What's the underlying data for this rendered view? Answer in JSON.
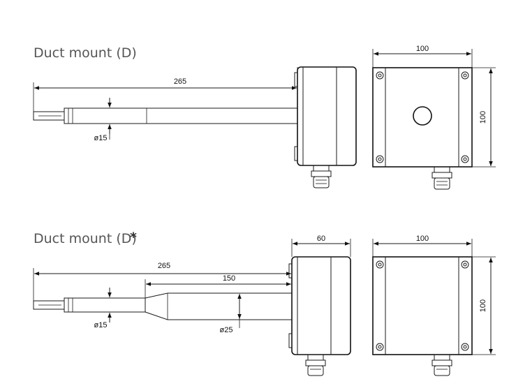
{
  "diagram": {
    "top": {
      "title": "Duct mount (D)",
      "probe_length": "265",
      "probe_diameter": "ø15",
      "front_width": "100",
      "front_height": "100"
    },
    "bottom": {
      "title": "Duct mount (D)",
      "title_mark": "*",
      "probe_length": "265",
      "tube_length": "150",
      "housing_depth": "60",
      "probe_diameter": "ø15",
      "tube_diameter": "ø25",
      "front_width": "100",
      "front_height": "100"
    }
  }
}
